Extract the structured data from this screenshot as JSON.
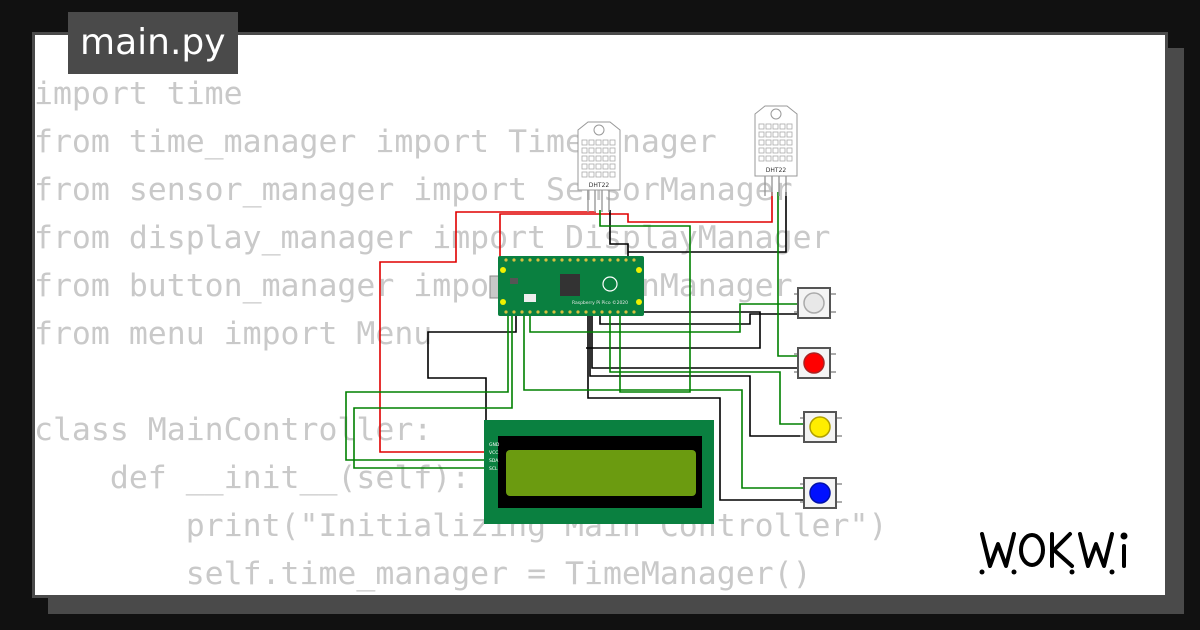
{
  "file_tab": {
    "label": "main.py"
  },
  "code_lines": [
    "import time",
    "from time_manager import TimeManager",
    "from sensor_manager import SensorManager",
    "from display_manager import DisplayManager",
    "from button_manager import ButtonManager",
    "from menu import Menu",
    "",
    "class MainController:",
    "    def __init__(self):",
    "        print(\"Initializing Main Controller\")",
    "        self.time_manager = TimeManager()"
  ],
  "diagram": {
    "sensors": [
      {
        "label": "DHT22"
      },
      {
        "label": "DHT22"
      }
    ],
    "board": {
      "label": "Raspberry Pi Pico ©2020"
    },
    "lcd": {
      "pins": [
        "GND",
        "VCC",
        "SDA",
        "SCL"
      ]
    },
    "buttons": [
      {
        "color": "#e8e8e8"
      },
      {
        "color": "#ff0000"
      },
      {
        "color": "#ffee00"
      },
      {
        "color": "#0010ff"
      }
    ]
  },
  "brand": {
    "logo_text": "WOKWi"
  },
  "colors": {
    "background": "#111111",
    "frame": "#4a4a4a",
    "code_text": "#c9c9c9",
    "pcb_green": "#0a8040",
    "lcd_screen": "#6b9b10",
    "wire_red": "#e00000",
    "wire_green": "#008000",
    "wire_black": "#000000"
  }
}
